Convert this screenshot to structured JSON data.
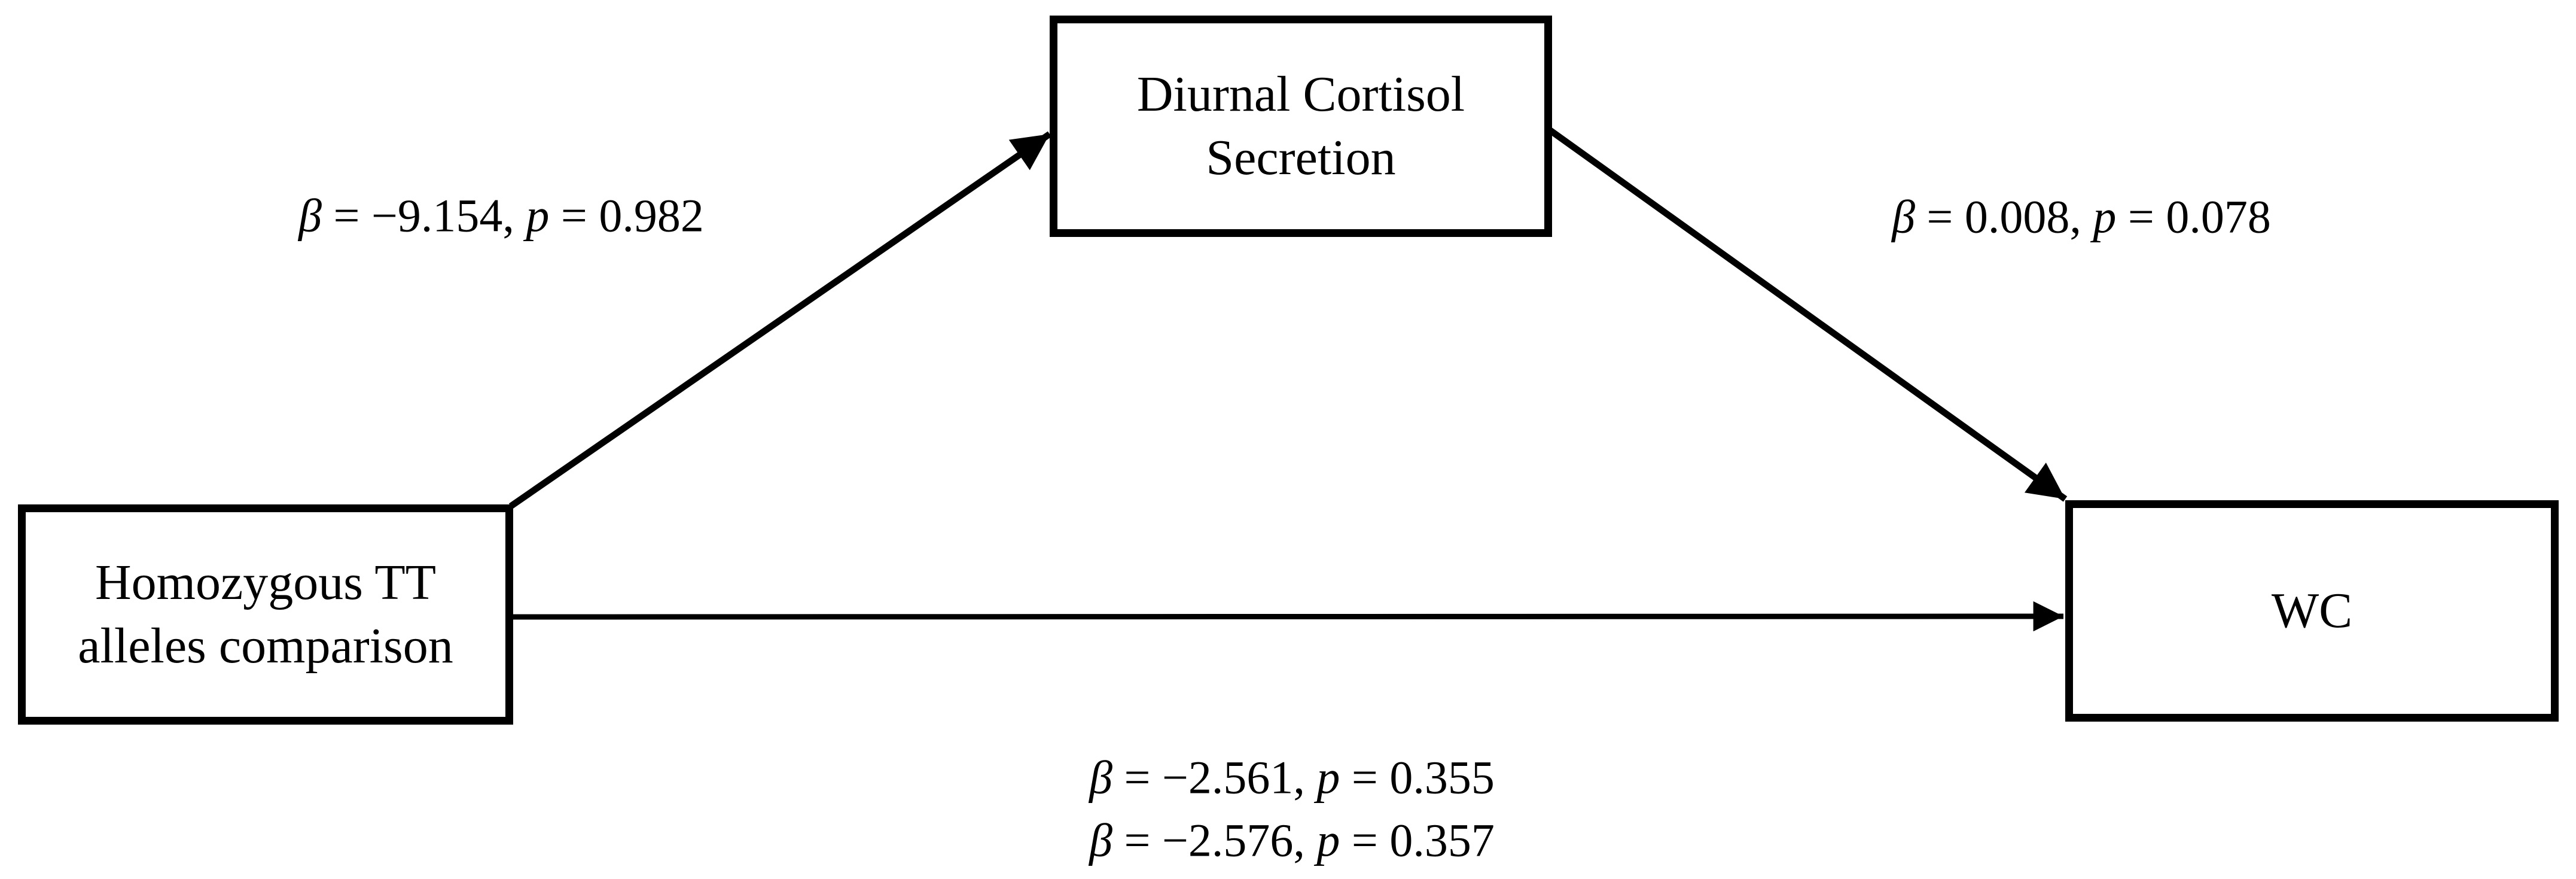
{
  "figure": {
    "kind": "mediation-path-diagram",
    "colors": {
      "ink": "#000000",
      "background": "#ffffff"
    },
    "nodes": {
      "predictor": {
        "label": "Homozygous TT alleles comparison",
        "line1": "Homozygous TT",
        "line2": "alleles comparison"
      },
      "mediator": {
        "label": "Diurnal Cortisol Secretion",
        "line1": "Diurnal Cortisol",
        "line2": "Secretion"
      },
      "outcome": {
        "label": "WC",
        "line1": "WC"
      }
    },
    "paths": {
      "a": {
        "from": "predictor",
        "to": "mediator",
        "beta_symbol": "β",
        "beta_text": " = −9.154, ",
        "p_symbol": "p",
        "p_text": " = 0.982"
      },
      "b": {
        "from": "mediator",
        "to": "outcome",
        "beta_symbol": "β",
        "beta_text": " = 0.008, ",
        "p_symbol": "p",
        "p_text": " = 0.078"
      },
      "c1": {
        "from": "predictor",
        "to": "outcome",
        "beta_symbol": "β",
        "beta_text": " = −2.561, ",
        "p_symbol": "p",
        "p_text": " = 0.355"
      },
      "c2": {
        "from": "predictor",
        "to": "outcome",
        "beta_symbol": "β",
        "beta_text": " = −2.576, ",
        "p_symbol": "p",
        "p_text": " = 0.357"
      }
    }
  }
}
